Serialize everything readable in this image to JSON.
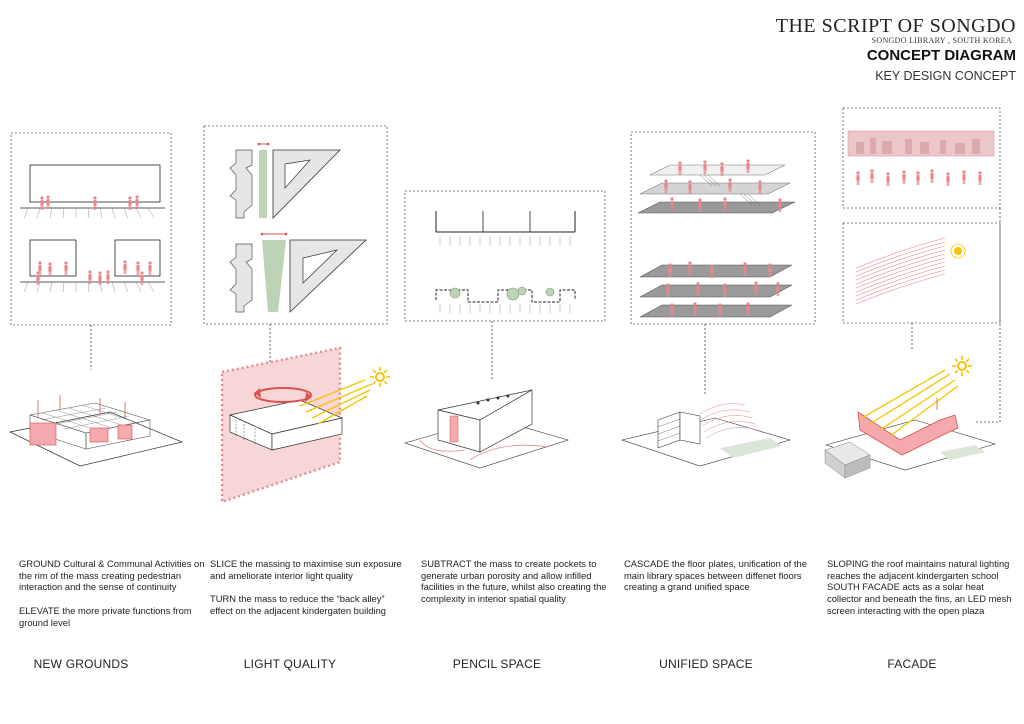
{
  "header": {
    "title": "THE SCRIPT  OF SONGDO",
    "subtitle": "SONGDO LIBRARY , SOUTH KOREA",
    "heading": "CONCEPT DIAGRAM",
    "subheading": "KEY DESIGN CONCEPT"
  },
  "panels": [
    {
      "id": "new-grounds",
      "label": "NEW GROUNDS",
      "paragraphs": [
        "GROUND Cultural & Communal Activities on the rim of the mass creating pedestrian interaction and the sense of continuity",
        "ELEVATE the more private functions from ground level"
      ]
    },
    {
      "id": "light-quality",
      "label": "LIGHT QUALITY",
      "paragraphs": [
        "SLICE the massing to maximise sun exposure and ameliorate interior light quality",
        "TURN the mass to reduce the “back alley” effect on the adjacent kindergaten building"
      ]
    },
    {
      "id": "pencil-space",
      "label": "PENCIL SPACE",
      "paragraphs": [
        "SUBTRACT the mass to create pockets to generate urban porosity and allow infilled facilities in the future, whilst also creating the complexity in interior spatial quality"
      ]
    },
    {
      "id": "unified-space",
      "label": "UNIFIED SPACE",
      "paragraphs": [
        "CASCADE the floor plates, unification of the  main library spaces between diffenet floors creating a grand unified space"
      ]
    },
    {
      "id": "facade",
      "label": "FACADE",
      "paragraphs": [
        "SLOPING the roof maintains natural lighting reaches the adjacent kindergarten school",
        "SOUTH FACADE acts as a solar heat collector and beneath the fins, an LED mesh screen interacting with the open plaza"
      ]
    }
  ],
  "colors": {
    "accent": "#e8868b",
    "accent_dark": "#d9534f",
    "fill_light": "#f7d4d6",
    "green": "#a9c4a3",
    "grey": "#8a8a8a",
    "sun": "#f5c400"
  }
}
